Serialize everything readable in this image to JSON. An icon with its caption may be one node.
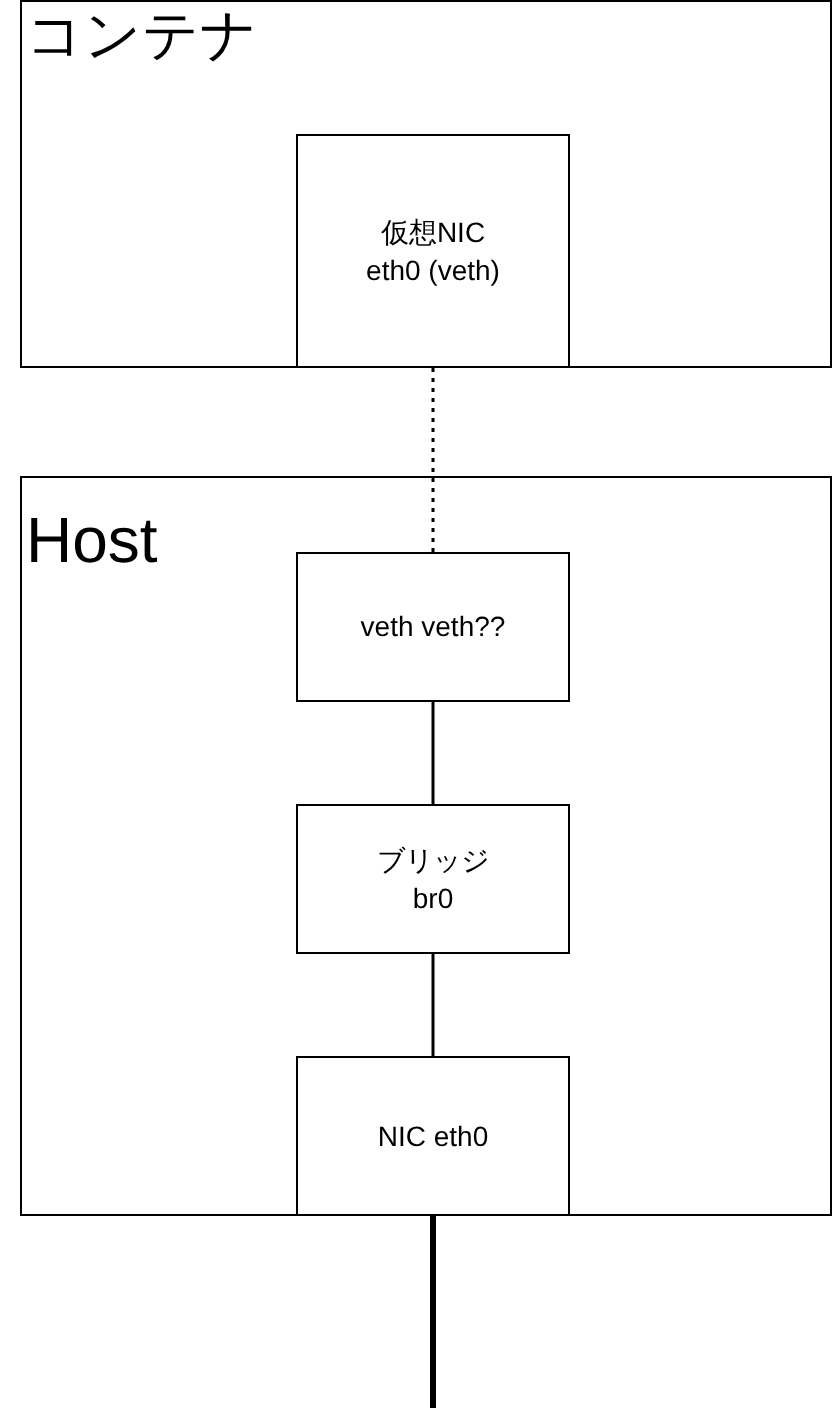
{
  "diagram": {
    "nodes": [
      {
        "text": [
          "コンテナ"
        ]
      },
      {
        "text": [
          "仮想NIC eth0 (veth)"
        ],
        "in": 0
      },
      {
        "text": [
          "Host"
        ]
      },
      {
        "text": [
          "veth veth??"
        ],
        "in": 2
      },
      {
        "text": [
          "ブリッジ br0"
        ],
        "in": 2
      },
      {
        "text": [
          "NIC eth0"
        ],
        "in": 2
      }
    ],
    "edges": [
      {
        "from": 1,
        "to": 3,
        "arrow": "none",
        "style": "dashed"
      },
      {
        "from": 3,
        "to": 4,
        "arrow": "none"
      },
      {
        "from": 4,
        "to": 5,
        "arrow": "none"
      },
      {
        "from": 5,
        "to": null,
        "arrow": "none",
        "style": "thick"
      }
    ]
  }
}
